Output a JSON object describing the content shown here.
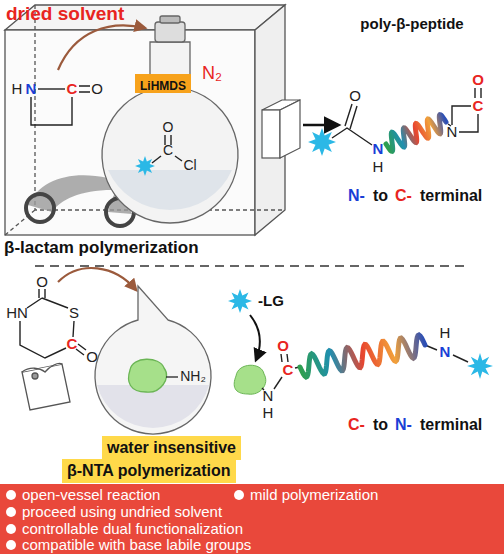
{
  "diagram": {
    "nodes": [
      {
        "text": [
          "LiHMDS"
        ]
      },
      {
        "text": [
          "water insensitive"
        ]
      },
      {
        "text": [
          "β-NTA polymerization"
        ]
      },
      {
        "text": [
          "open-vessel reaction",
          "mild polymerization",
          "proceed using undried solvent",
          "controllable dual functionalization",
          "compatible with base labile groups"
        ]
      }
    ],
    "labels": [
      "dried solvent",
      "N₂",
      "H",
      "N",
      "C",
      "O",
      "O",
      "C",
      "Cl",
      "poly-β-peptide",
      "O",
      "N",
      "H",
      "O",
      "C",
      "N",
      "N-",
      "to",
      "C-",
      "terminal",
      "β-lactam polymerization",
      "O",
      "HN",
      "S",
      "C",
      "O",
      "NH₂",
      "-LG",
      "N",
      "H",
      "O",
      "C",
      "H",
      "N",
      "C-",
      "to",
      "N-",
      "terminal"
    ]
  }
}
